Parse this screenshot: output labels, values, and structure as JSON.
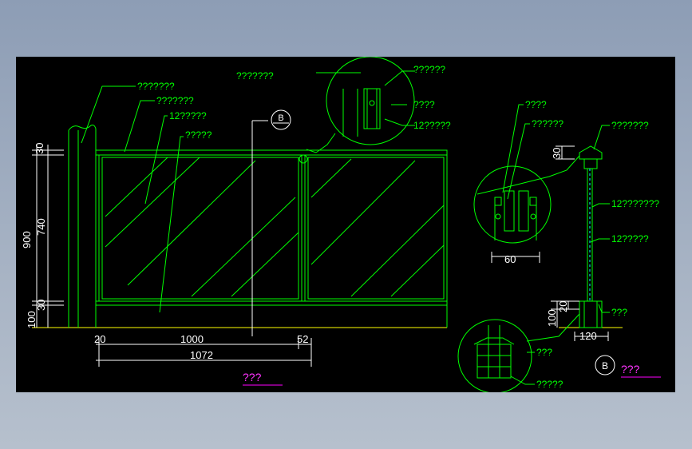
{
  "labels": {
    "post": "???????",
    "handrail": "???????",
    "glass_top": "12?????",
    "glass_mid": "?????",
    "title_center": "???????",
    "detail_top_1": "??????",
    "detail_top_2": "????",
    "detail_top_3": "12?????",
    "section_1": "????",
    "section_2": "??????",
    "section_3": "???????",
    "section_4": "12???????",
    "section_5": "12?????",
    "section_6": "???",
    "detail_bot_1": "???",
    "detail_bot_2": "?????"
  },
  "dims": {
    "h_30": "30",
    "h_740": "740",
    "h_900": "900",
    "h_30b": "30",
    "h_100": "100",
    "w_20": "20",
    "w_1000": "1000",
    "w_52": "52",
    "w_1072": "1072",
    "s_30": "30",
    "s_60": "60",
    "s_100": "100",
    "s_20": "20",
    "s_120": "120"
  },
  "callouts": {
    "elevation_marker_letter": "B",
    "section_marker_letter": "B"
  },
  "titles": {
    "elevation": "???",
    "section": "???"
  },
  "colors": {
    "background": "#000000",
    "primary_line": "#00ff00",
    "secondary_line": "#00ffff",
    "text_dim": "#ffffff",
    "title_underline": "#ff00ff",
    "ground_line": "#ffff00"
  }
}
